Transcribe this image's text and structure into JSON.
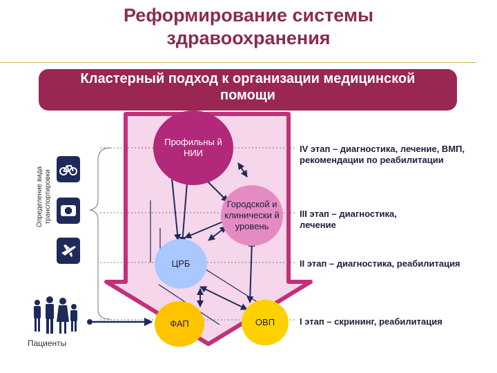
{
  "title_line1": "Реформирование системы",
  "title_line2": "здравоохранения",
  "banner_line1": "Кластерный подход к организации медицинской",
  "banner_line2": "помощи",
  "vertical_label_line1": "Определение вида",
  "vertical_label_line2": "транспортировки",
  "icons": [
    "bicycle-icon",
    "ambulance-icon",
    "airplane-icon"
  ],
  "nodes": {
    "nii": "Профильны й НИИ",
    "city": "Городской и клинически й уровень",
    "crb": "ЦРБ",
    "fap": "ФАП",
    "ovp": "ОВП"
  },
  "stages": {
    "s4": "IV этап – диагностика, лечение, ВМП, рекомендации по реабилитации",
    "s3": "III этап – диагностика, лечение",
    "s2": "II этап – диагностика, реабилитация",
    "s1": "I этап – скрининг, реабилитация"
  },
  "patients": "Пациенты",
  "colors": {
    "title": "#8a2a52",
    "banner": "#9a2653",
    "arrow_fill": "#f5d6ea",
    "arrow_border": "#c2307a",
    "nii": "#b2287a",
    "city": "#e58bc4",
    "crb": "#a8c8ff",
    "fap": "#ffc400",
    "ovp": "#ffd100"
  }
}
